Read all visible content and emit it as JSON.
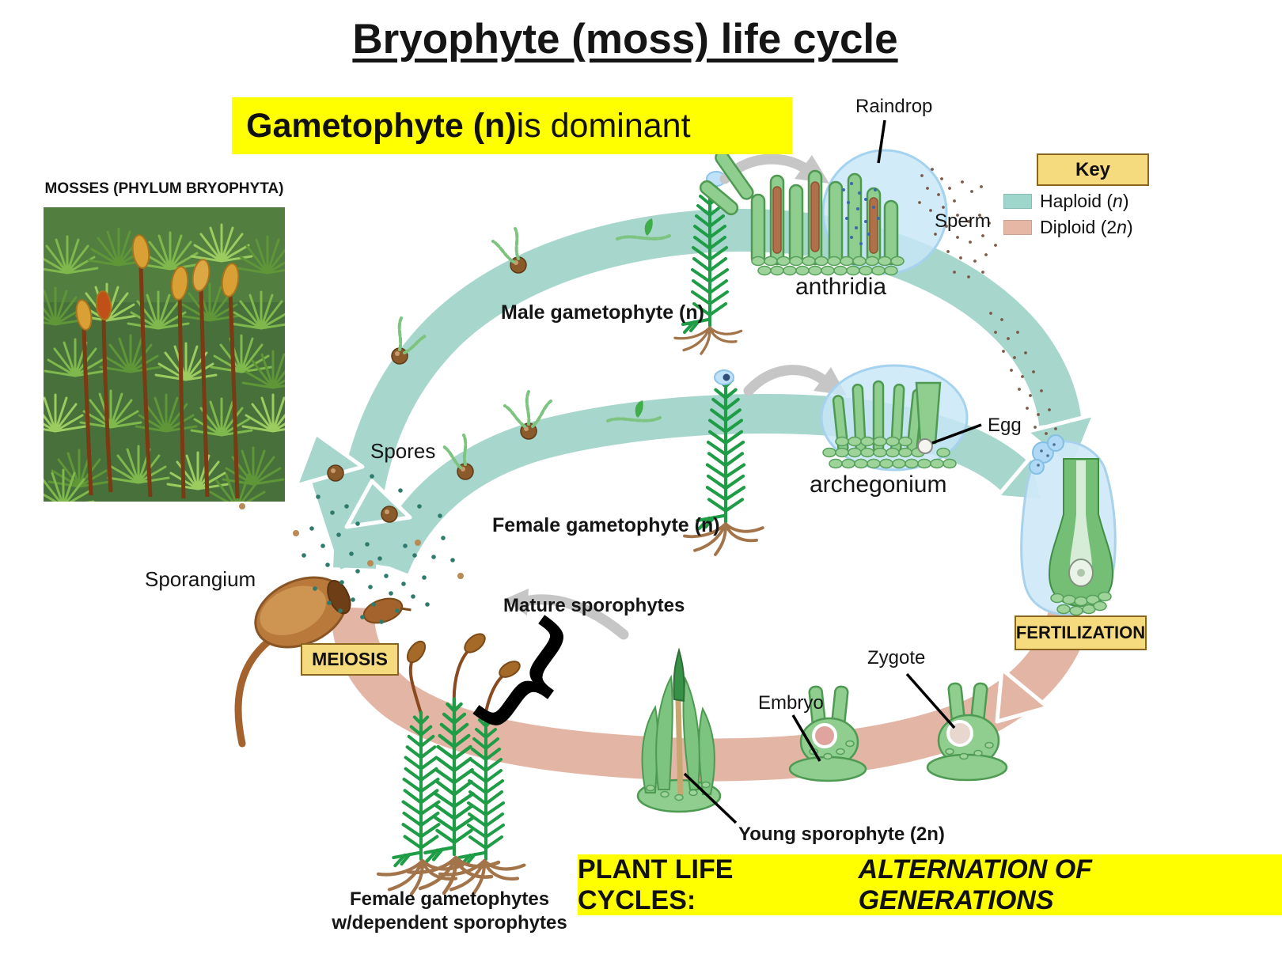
{
  "title": "Bryophyte (moss) life cycle",
  "subtitle": {
    "emphasis": "Gametophyte (n)",
    "rest": " is dominant"
  },
  "photo_caption": "MOSSES (PHYLUM BRYOPHYTA)",
  "key": {
    "title": "Key",
    "items": [
      {
        "pre": "Haploid (",
        "symbol": "n",
        "post": ")",
        "color": "#9FD6CB"
      },
      {
        "pre": "Diploid (2",
        "symbol": "n",
        "post": ")",
        "color": "#E6B7A5"
      }
    ]
  },
  "labels": {
    "raindrop": "Raindrop",
    "sperm": "Sperm",
    "anthridia": "anthridia",
    "male_gametophyte": "Male gametophyte (n)",
    "egg": "Egg",
    "archegonium": "archegonium",
    "female_gametophyte": "Female gametophyte (n)",
    "spores": "Spores",
    "sporangium": "Sporangium",
    "meiosis": "MEIOSIS",
    "mature_sporophytes": "Mature sporophytes",
    "fertilization": "FERTILIZATION",
    "zygote": "Zygote",
    "embryo": "Embryo",
    "young_sporophyte": "Young sporophyte (2n)",
    "female_gametophytes_1": "Female gametophytes",
    "female_gametophytes_2": "w/dependent sporophytes"
  },
  "banner": {
    "bold": "PLANT LIFE CYCLES:",
    "italic": "ALTERNATION OF GENERATIONS"
  },
  "colors": {
    "haploid_band": "#A7D6CC",
    "diploid_band": "#E3B5A4",
    "highlight_yellow": "#FFFF00",
    "label_box_bg": "#F6DA7E",
    "label_box_border": "#8A6520"
  }
}
